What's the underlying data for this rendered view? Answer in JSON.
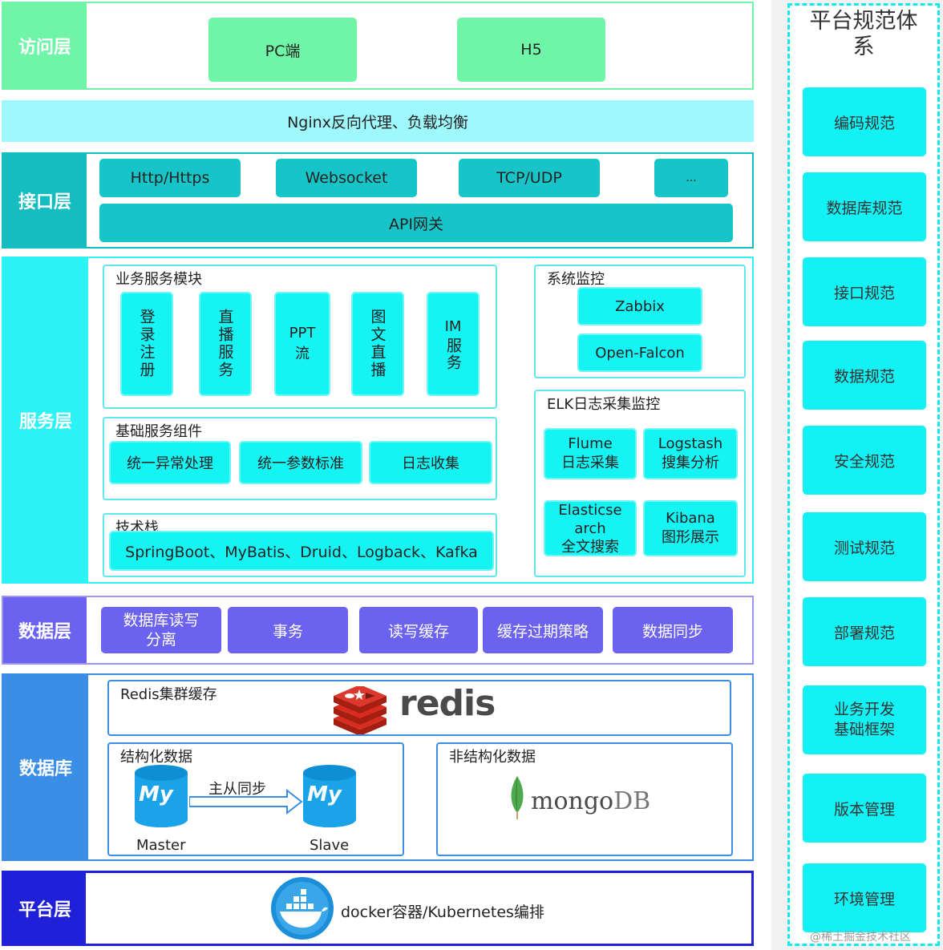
{
  "layers": {
    "access": "访问层",
    "interface": "接口层",
    "service": "服务层",
    "data": "数据层",
    "database": "数据库",
    "platform": "平台层"
  },
  "access": {
    "pc": "PC端",
    "h5": "H5"
  },
  "nginx": "Nginx反向代理、负载均衡",
  "interface": {
    "http": "Http/Https",
    "websocket": "Websocket",
    "tcp": "TCP/UDP",
    "more": "...",
    "gateway": "API网关"
  },
  "service": {
    "business_title": "业务服务模块",
    "business_items": [
      "登录注册",
      "直播服务",
      "PPT流",
      "图文直播",
      "IM服务"
    ],
    "ppt_line1": "PPT",
    "ppt_line2": "流",
    "im_line1": "IM",
    "im_line2": "服务",
    "base_title": "基础服务组件",
    "base_items": [
      "统一异常处理",
      "统一参数标准",
      "日志收集"
    ],
    "tech_title": "技术栈",
    "tech_stack": "SpringBoot、MyBatis、Druid、Logback、Kafka",
    "monitor_title": "系统监控",
    "zabbix": "Zabbix",
    "falcon": "Open-Falcon",
    "elk_title": "ELK日志采集监控",
    "flume_1": "Flume",
    "flume_2": "日志采集",
    "logstash_1": "Logstash",
    "logstash_2": "搜集分析",
    "es_1": "Elasticse",
    "es_2": "arch",
    "es_3": "全文搜索",
    "kibana_1": "Kibana",
    "kibana_2": "图形展示"
  },
  "data_layer": {
    "rw_1": "数据库读写",
    "rw_2": "分离",
    "tx": "事务",
    "cache": "读写缓存",
    "expire": "缓存过期策略",
    "sync": "数据同步"
  },
  "database": {
    "redis_title": "Redis集群缓存",
    "redis_logo": "redis",
    "structured_title": "结构化数据",
    "mysql_logo": "My",
    "sync_label": "主从同步",
    "master": "Master",
    "slave": "Slave",
    "unstructured_title": "非结构化数据",
    "mongo_logo_a": "mongo",
    "mongo_logo_b": "DB"
  },
  "platform": {
    "docker": "docker容器/Kubernetes编排"
  },
  "standards": {
    "title_1": "平台规范体",
    "title_2": "系",
    "items": [
      "编码规范",
      "数据库规范",
      "接口规范",
      "数据规范",
      "安全规范",
      "测试规范",
      "部署规范",
      "业务开发基础框架",
      "版本管理",
      "环境管理"
    ],
    "biz_1": "业务开发",
    "biz_2": "基础框架"
  },
  "watermark": "@稀土掘金技术社区",
  "colors": {
    "access": "#6ff5a8",
    "nginx": "#9ff8fb",
    "interface": "#16bdc0",
    "service": "#2ef3f6",
    "data": "#6c62f0",
    "database": "#3a8ee6",
    "platform": "#2020d8"
  }
}
